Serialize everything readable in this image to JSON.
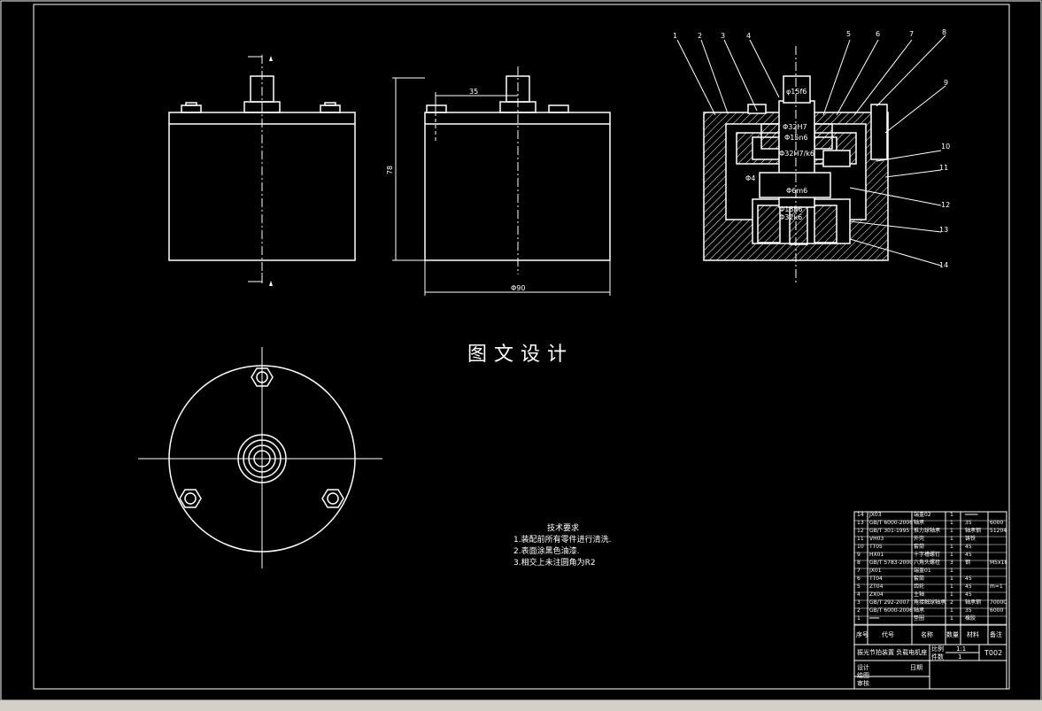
{
  "watermark": "图文设计",
  "technical_requirements": {
    "title": "技术要求",
    "notes": [
      "1.装配前所有零件进行清洗.",
      "2.表面涂黑色油漆.",
      "3.相交上未注圆角为R2"
    ]
  },
  "dimensions": {
    "offset": "35",
    "height": "78",
    "width": "Φ90"
  },
  "section_labels": [
    "φ15f6",
    "Φ32H7",
    "Φ15n6",
    "Φ32H7/k6",
    "Φ4",
    "Φ6m6",
    "Φ13h6",
    "Φ32k6"
  ],
  "balloons": [
    "1",
    "2",
    "3",
    "4",
    "5",
    "6",
    "7",
    "8",
    "9",
    "10",
    "11",
    "12",
    "13",
    "14"
  ],
  "bom": {
    "rows": [
      {
        "no": "14",
        "code": "JX03",
        "name": "端盖02",
        "qty": "1",
        "material": "━━━━",
        "remark": ""
      },
      {
        "no": "13",
        "code": "GB/T 6000-2006",
        "name": "轴承",
        "qty": "1",
        "material": "35",
        "remark": "6000"
      },
      {
        "no": "12",
        "code": "GB/T 301-1995",
        "name": "推力球轴承",
        "qty": "1",
        "material": "轴承钢",
        "remark": "51204"
      },
      {
        "no": "11",
        "code": "VH03",
        "name": "外壳",
        "qty": "1",
        "material": "铸铁",
        "remark": ""
      },
      {
        "no": "10",
        "code": "TT05",
        "name": "套筒",
        "qty": "1",
        "material": "45",
        "remark": ""
      },
      {
        "no": "9",
        "code": "HX01",
        "name": "十字槽螺钉",
        "qty": "1",
        "material": "45",
        "remark": ""
      },
      {
        "no": "8",
        "code": "GB/T 5783-2000",
        "name": "六角头螺栓",
        "qty": "3",
        "material": "钢",
        "remark": "M5x18"
      },
      {
        "no": "7",
        "code": "JX01",
        "name": "端盖01",
        "qty": "1",
        "material": "",
        "remark": ""
      },
      {
        "no": "6",
        "code": "TT04",
        "name": "套筒",
        "qty": "1",
        "material": "45",
        "remark": ""
      },
      {
        "no": "5",
        "code": "ZT04",
        "name": "齿轮",
        "qty": "1",
        "material": "45",
        "remark": "m=1"
      },
      {
        "no": "4",
        "code": "ZX04",
        "name": "主轴",
        "qty": "1",
        "material": "45",
        "remark": ""
      },
      {
        "no": "3",
        "code": "GB/T 292-2007",
        "name": "角接触球轴承",
        "qty": "2",
        "material": "轴承钢",
        "remark": "7000C"
      },
      {
        "no": "2",
        "code": "GB/T 6000-2006",
        "name": "轴承",
        "qty": "1",
        "material": "35",
        "remark": "6000"
      },
      {
        "no": "1",
        "code": "━━━",
        "name": "垫圈",
        "qty": "1",
        "material": "橡胶",
        "remark": ""
      }
    ],
    "headers": {
      "no": "序号",
      "code": "代号",
      "name": "名称",
      "qty": "数量",
      "material": "材料",
      "remark": "备注"
    }
  },
  "title_block": {
    "drawing_title": "振光节拍装置 负载电机座",
    "scale_label": "比例",
    "scale_value": "1:1",
    "count_label": "件数",
    "count_value": "1",
    "drawing_no": "T002",
    "design_label": "设计",
    "draw_label": "绘图",
    "check_label": "审核",
    "date_label": "日期"
  }
}
